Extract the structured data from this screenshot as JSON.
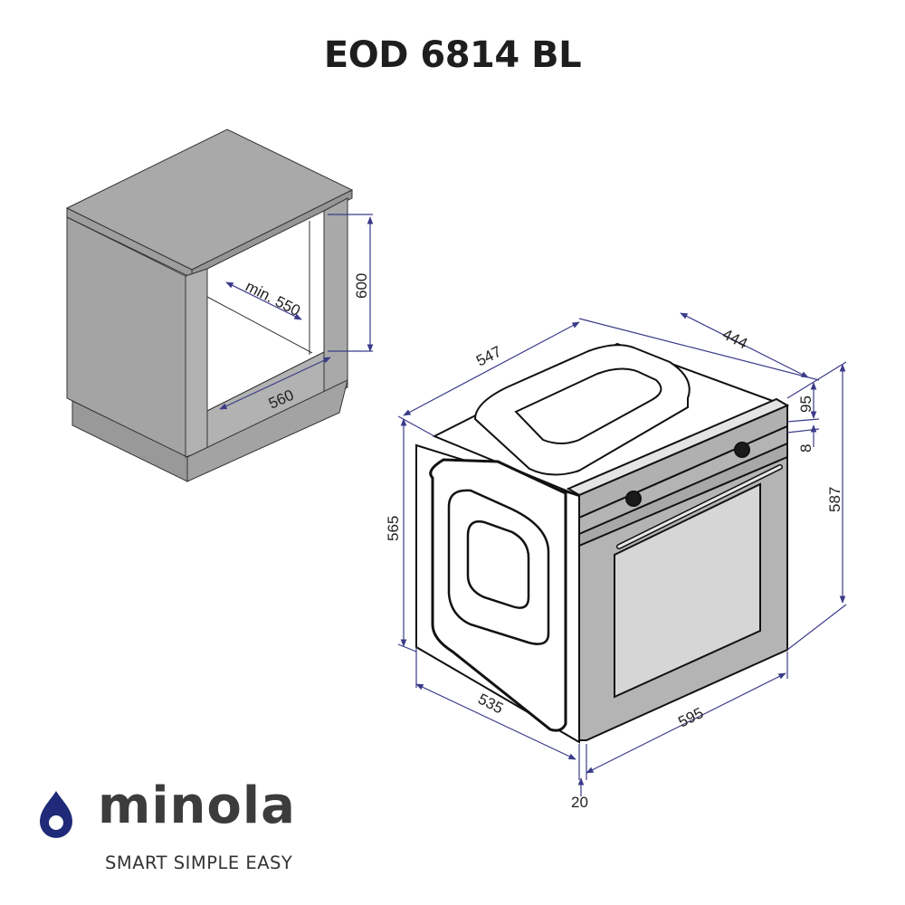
{
  "title": "EOD 6814 BL",
  "colors": {
    "dimension_line": "#3b3b8a",
    "cabinet": "#a8a8a8",
    "oven_front": "#b3b3b3",
    "logo_drop": "#1f2a78",
    "logo_text": "#3c3c3c"
  },
  "cabinet_diagram": {
    "dimensions": {
      "depth": "min. 550",
      "height": "600",
      "width": "560"
    }
  },
  "oven_diagram": {
    "dimensions": {
      "top_depth": "547",
      "top_width": "444",
      "control_panel_height": "95",
      "gap": "8",
      "front_height": "587",
      "body_height": "565",
      "body_depth": "535",
      "front_width": "595",
      "front_thickness": "20"
    }
  },
  "brand": {
    "name": "minola",
    "tagline": "SMART SIMPLE EASY"
  }
}
